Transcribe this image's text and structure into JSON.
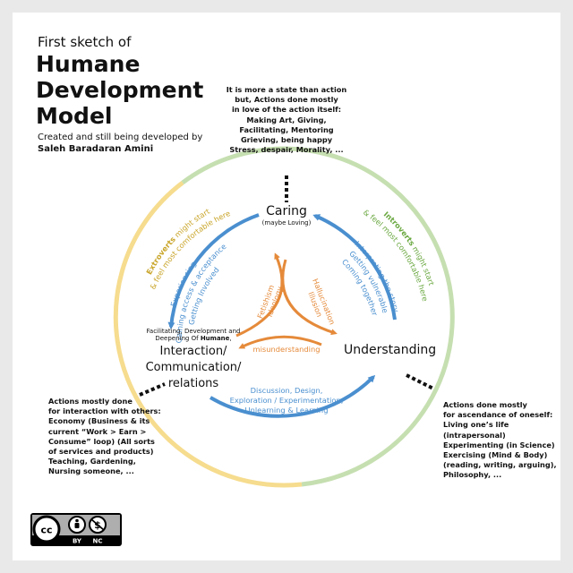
{
  "header": {
    "subtitle": "First sketch of",
    "title_lines": [
      "Humane",
      "Development",
      "Model"
    ],
    "credit_line": "Created and still being developed by",
    "author": "Saleh Baradaran Amini"
  },
  "notes": {
    "top": [
      "It is more a state than action",
      "but, Actions done mostly",
      "in love of the action itself:",
      "Making Art, Giving,",
      "Facilitating, Mentoring",
      "Grieving, being happy",
      "Stress, despair, Morality, ..."
    ],
    "left": [
      "Actions mostly done",
      "for interaction with others:",
      "Economy (Business & its",
      "current “Work > Earn >",
      "Consume” loop) (All sorts",
      "of services and products)",
      "Teaching, Gardening,",
      "Nursing someone, ..."
    ],
    "right": [
      "Actions done mostly",
      "for ascendance of oneself:",
      "Living one’s life",
      "(intrapersonal)",
      "Experimenting (in Science)",
      "Exercising (Mind & Body)",
      "(reading, writing, arguing),",
      "Philosophy, ..."
    ]
  },
  "nodes": {
    "caring": "Caring",
    "caring_sub": "(maybe Loving)",
    "interaction_pre": [
      "Facilitating, Development and",
      "Deepening Of "
    ],
    "interaction_pre_bold": "Humane",
    "interaction_pre_end": ",",
    "interaction": [
      "Interaction/",
      "Communication/",
      "relations"
    ],
    "understanding": "Understanding"
  },
  "arc_labels": {
    "left_blue": [
      "Getting Involved",
      "Gaining access & acceptance",
      "Experiencing"
    ],
    "right_blue": [
      "Interpreting the story",
      "Getting vulnerable",
      "Coming together"
    ],
    "bottom_blue": [
      "Discussion, Design,",
      "Exploration / Experimentation,",
      "Unlearning & Learning"
    ],
    "left_yellow_bold": "Extroverts",
    "left_yellow_rest": " might start",
    "left_yellow_2": "& feel most comfortable here",
    "right_green_bold": "Introverts",
    "right_green_rest": " might start",
    "right_green_2": "& feel most comfortable here",
    "orange_left": [
      "Fetishism",
      "Ideology"
    ],
    "orange_right": [
      "Hallucination",
      "Illusion"
    ],
    "orange_bottom": "misunderstanding"
  },
  "license": {
    "cc": "cc",
    "by": "BY",
    "nc": "NC"
  },
  "colors": {
    "blue": "#4a8fcf",
    "orange": "#e58a3a",
    "yellow": "#f6dc8e",
    "green": "#c6dfb1",
    "yellow_text": "#c9a52a",
    "green_text": "#6aa840"
  }
}
